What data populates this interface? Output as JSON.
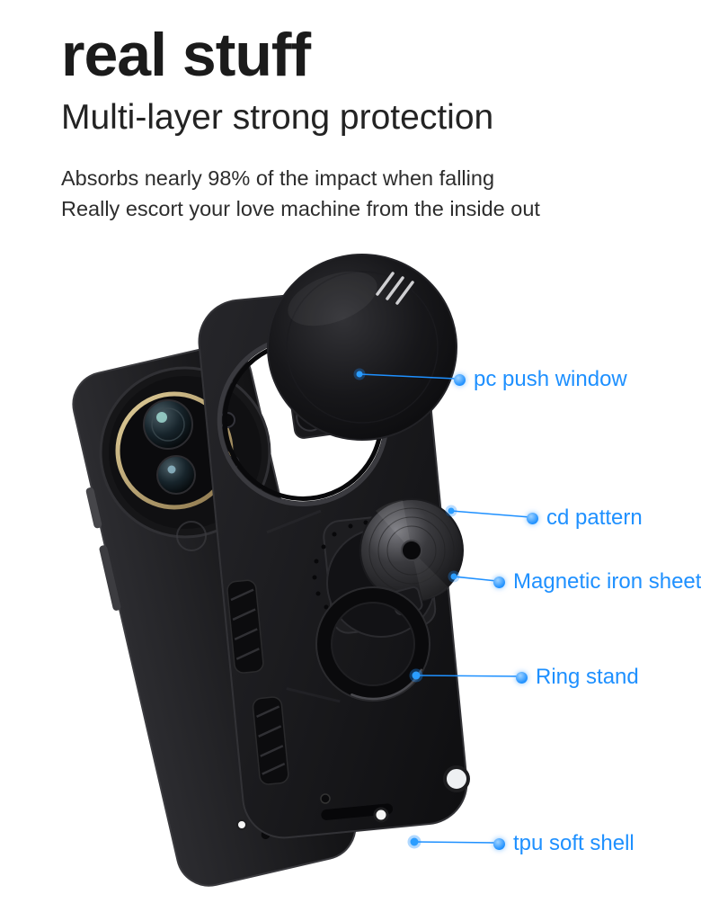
{
  "header": {
    "title": "real stuff",
    "subtitle": "Multi-layer strong protection",
    "description_lines": [
      "Absorbs nearly 98% of the impact when falling",
      "Really escort your love machine from the inside out"
    ]
  },
  "callouts": [
    {
      "id": "pc-push-window",
      "label": "pc push window"
    },
    {
      "id": "cd-pattern",
      "label": "cd pattern"
    },
    {
      "id": "magnetic-iron-sheet",
      "label": "Magnetic iron sheet"
    },
    {
      "id": "ring-stand",
      "label": "Ring stand"
    },
    {
      "id": "tpu-soft-shell",
      "label": "tpu soft shell"
    }
  ],
  "colors": {
    "accent_blue": "#1E90FF",
    "title_text": "#1B1B1B",
    "body_text": "#2D2D2D",
    "case_black": "#141416",
    "camera_ring_gold": "#C9B176",
    "background": "#FFFFFF"
  }
}
